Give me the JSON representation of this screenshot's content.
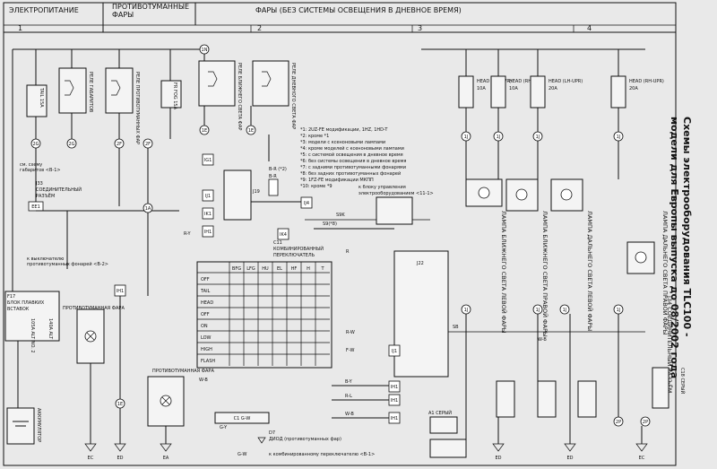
{
  "header": {
    "power": "ЭЛЕКТРОПИТАНИЕ",
    "fog_line1": "ПРОТИВОТУМАННЫЕ",
    "fog_line2": "ФАРЫ",
    "headlights": "ФАРЫ (БЕЗ СИСТЕМЫ ОСВЕЩЕНИЯ В ДНЕВНОЕ ВРЕМЯ)",
    "columns": [
      "1",
      "2",
      "3",
      "4"
    ]
  },
  "title": {
    "line1": "Схемы электрооборудования TLC100 -",
    "line2": "модели для Европы выпуска до 08/2002 года"
  },
  "fuses": {
    "tail": "TAIL 15A",
    "fr_fog": "FR FOG 15A"
  },
  "head_fuses": [
    {
      "name": "HEAD (LH-LWR)",
      "rating": "10A"
    },
    {
      "name": "HEAD (RH-LWR)",
      "rating": "10A"
    },
    {
      "name": "HEAD (LH-UPR)",
      "rating": "20A"
    },
    {
      "name": "HEAD (RH-UPR)",
      "rating": "20A"
    }
  ],
  "relays": {
    "tail": "РЕЛЕ ГАБАРИТОВ",
    "fog": "РЕЛЕ ПРОТИВОТУМАННЫХ ФАР",
    "dim": "РЕЛЕ БЛИЖНЕГО СВЕТА ФАР",
    "drl": "РЕЛЕ ДНЕВНОГО СВЕТА ФАР"
  },
  "connectors": {
    "c2g": "2G",
    "c2f": "2F",
    "c1a": "1A",
    "ee1": "EE1",
    "ih1": "IH1",
    "c1e": "1E",
    "c1n": "1N",
    "ig1": "IG1",
    "ij1": "IJ1",
    "ik1": "IK1",
    "ij4": "IJ4",
    "ik4": "IK4",
    "c1j": "1J",
    "c2p": "2P",
    "bottom_center": "C1 G-W"
  },
  "grounds": {
    "ec": "EC",
    "ed": "ED",
    "ea": "EA"
  },
  "lamps": {
    "fog_right": "ПРОТИВОТУМАННАЯ ФАРА",
    "fog_left": "ПРОТИВОТУМАННАЯ ФАРА",
    "lh_lo": "ЛАМПА БЛИЖНЕГО СВЕТА ЛЕВОЙ ФАРЫ",
    "rh_lo": "ЛАМПА БЛИЖНЕГО СВЕТА ПРАВОЙ ФАРЫ",
    "lh_hi": "ЛАМПА ДАЛЬНЕГО СВЕТА ЛЕВОЙ ФАРЫ",
    "rh_hi": "ЛАМПА ДАЛЬНЕГО СВЕТА ПРАВОЙ ФАРЫ"
  },
  "fusible_block": {
    "id": "F17",
    "line1": "БЛОК ПЛАВКИХ",
    "line2": "ВСТАВОК",
    "fuse1": "105A ALT NO. 2",
    "fuse2": "140A ALT"
  },
  "battery": {
    "label": "АККУМУЛЯТОР"
  },
  "switch": {
    "id": "C11",
    "line1": "КОМБИНИРОВАННЫЙ",
    "line2": "ПЕРЕКЛЮЧАТЕЛЬ",
    "columns": [
      "BFG",
      "LFG",
      "HU",
      "EL",
      "HF",
      "H",
      "T"
    ],
    "rows": [
      "OFF",
      "TAIL",
      "HEAD",
      "OFF",
      "ON",
      "LOW",
      "HIGH",
      "FLASH"
    ]
  },
  "wires": {
    "br": "B-R",
    "br2": "B-R (*2)",
    "ry": "R-Y",
    "r": "R",
    "rw": "R-W",
    "fw": "F-W",
    "by": "B-Y",
    "rl": "R-L",
    "wb": "W-B",
    "gy": "G-Y",
    "gw": "G-W",
    "s9": "S9(*8)",
    "s9k": "S9K",
    "sb": "SB"
  },
  "notes": {
    "tail_ref_1": "см. схему",
    "tail_ref_2": "габаритов <B-1>",
    "j33": "J33",
    "junction": "СОЕДИНИТЕЛЬНЫЙ",
    "connector": "РАЗЪЁМ",
    "to_fog_switch_1": "к выключателю",
    "to_fog_switch_2": "противотуманных фонарей <B-2>",
    "j19": "J19",
    "j22": "J22",
    "j34": "J34 СОЕДИНИТЕЛЬНЫЙ РАЗЪЁМ",
    "c18": "C18 СЕРЫЙ",
    "to_ecu_1": "к блоку управления",
    "to_ecu_2": "электрооборудованием <11-1>",
    "a1_grey": "A1 СЕРЫЙ",
    "d7": "D7",
    "diode": "ДИОД (противотуманных фар)",
    "to_combo_switch": "к комбинированному переключателю <B-1>",
    "legend": [
      "*1: 2UZ-FE модификации, 1HZ, 1HD-T",
      "*2: кроме *1",
      "*3: модели с ксеноновыми лампами",
      "*4: кроме моделей с ксеноновыми лампами",
      "*5: с системой освещения в дневное время",
      "*6: без системы освещения в дневное время",
      "*7: с задними противотуманными фонарями",
      "*8: без задних противотуманных фонарей",
      "*9: 1FZ-FE модификации МКПП",
      "*10: кроме *9"
    ]
  },
  "colors": {
    "background": "#e9e9e9",
    "line": "#111111"
  }
}
